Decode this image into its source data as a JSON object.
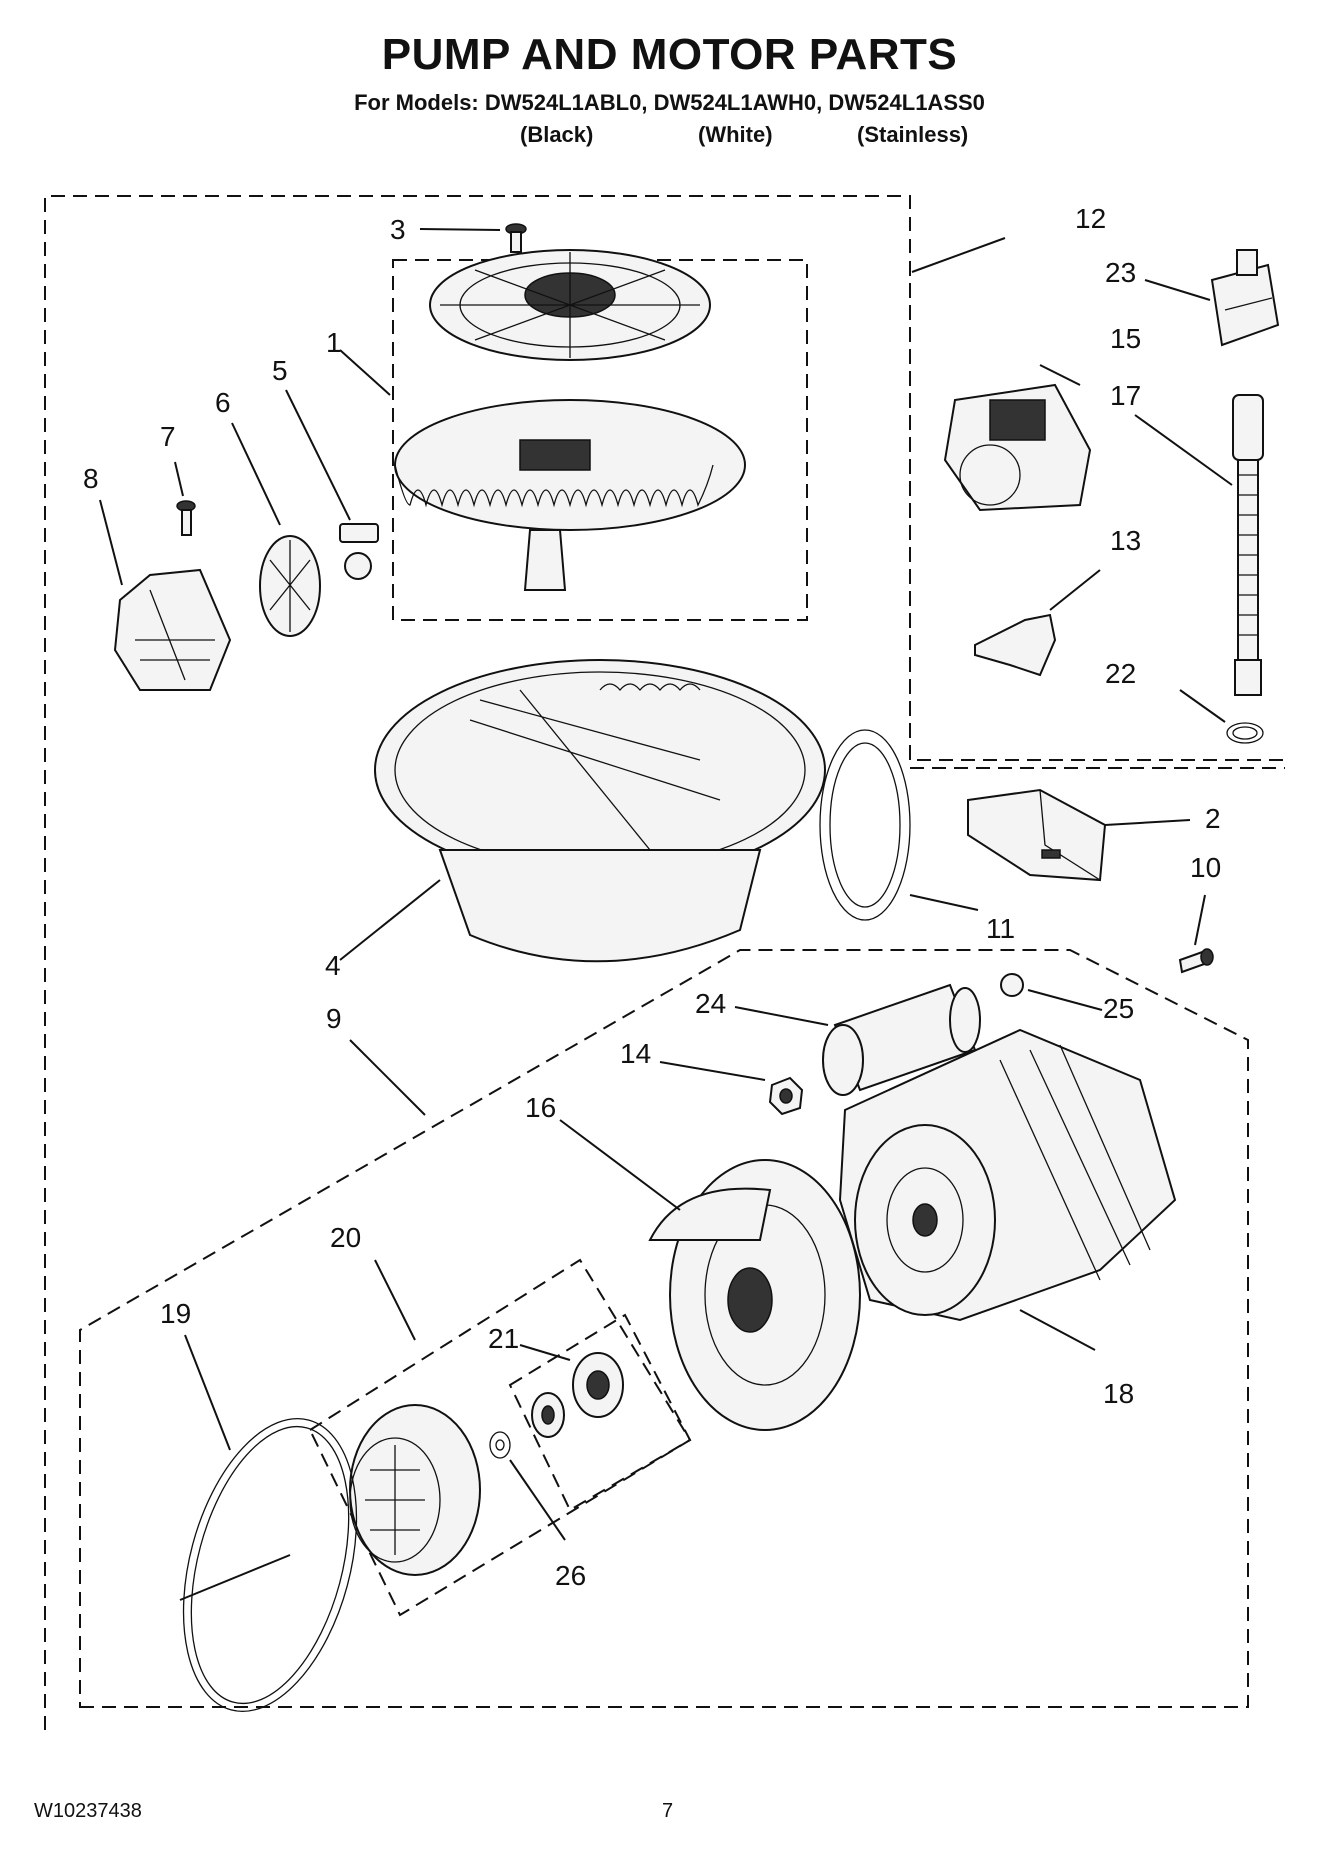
{
  "header": {
    "title": "PUMP AND MOTOR PARTS",
    "models_line": "For Models: DW524L1ABL0, DW524L1AWH0, DW524L1ASS0",
    "variants": [
      "(Black)",
      "(White)",
      "(Stainless)"
    ]
  },
  "footer": {
    "doc_number": "W10237438",
    "page_number": "7"
  },
  "callouts": {
    "c1": "1",
    "c2": "2",
    "c3": "3",
    "c4": "4",
    "c5": "5",
    "c6": "6",
    "c7": "7",
    "c8": "8",
    "c9": "9",
    "c10": "10",
    "c11": "11",
    "c12": "12",
    "c13": "13",
    "c14": "14",
    "c15": "15",
    "c16": "16",
    "c17": "17",
    "c18": "18",
    "c19": "19",
    "c20": "20",
    "c21": "21",
    "c22": "22",
    "c23": "23",
    "c24": "24",
    "c25": "25",
    "c26": "26"
  }
}
